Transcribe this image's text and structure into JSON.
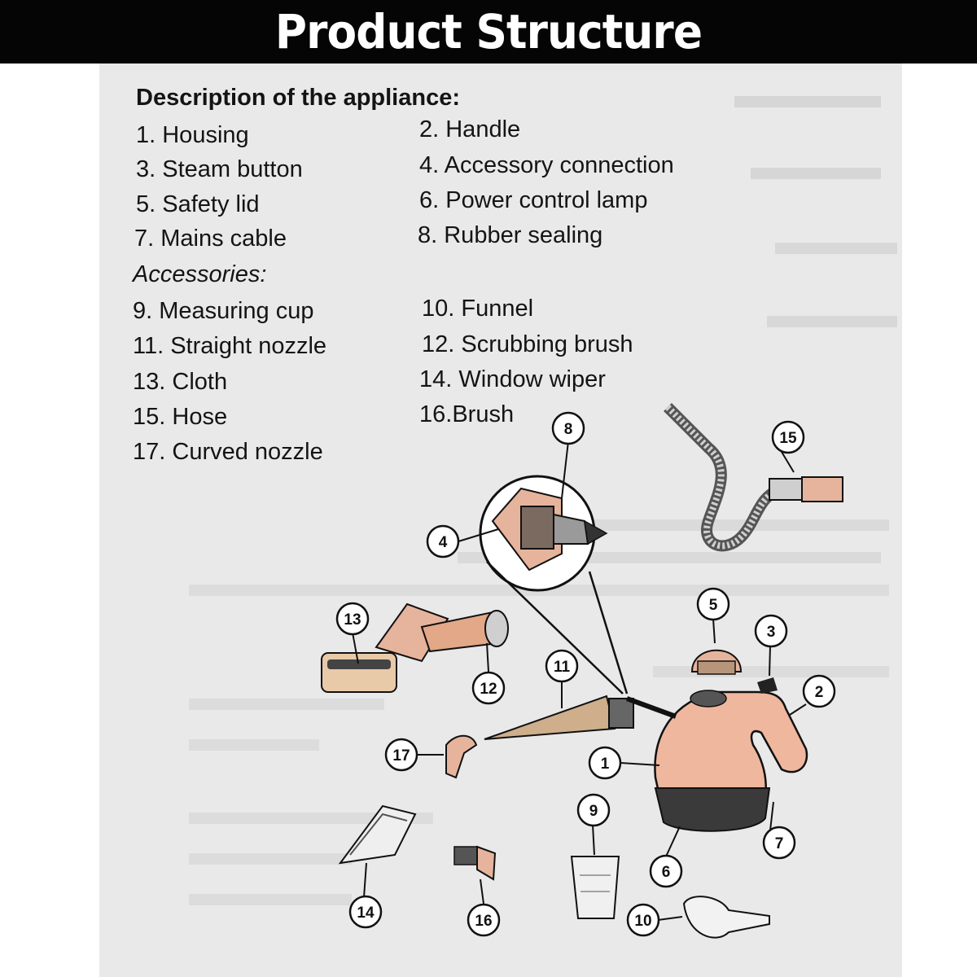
{
  "banner": {
    "title": "Product Structure"
  },
  "description": {
    "heading": "Description of the appliance:",
    "appliance_parts": [
      "1. Housing",
      "2. Handle",
      "3. Steam button",
      "4. Accessory connection",
      "5. Safety lid",
      "6. Power control lamp",
      "7. Mains cable",
      "8. Rubber sealing"
    ],
    "accessories_heading": "Accessories:",
    "accessories": [
      "9. Measuring cup",
      "10. Funnel",
      "11. Straight nozzle",
      "12. Scrubbing brush",
      "13. Cloth",
      "14. Window wiper",
      "15. Hose",
      "16.Brush",
      "17. Curved nozzle"
    ]
  },
  "callouts": [
    "1",
    "2",
    "3",
    "4",
    "5",
    "6",
    "7",
    "8",
    "9",
    "10",
    "11",
    "12",
    "13",
    "14",
    "15",
    "16",
    "17"
  ],
  "colors": {
    "banner": "#050505",
    "sheet": "#e9e9e9",
    "housing": "#efb79d",
    "base": "#3a3a3a"
  }
}
